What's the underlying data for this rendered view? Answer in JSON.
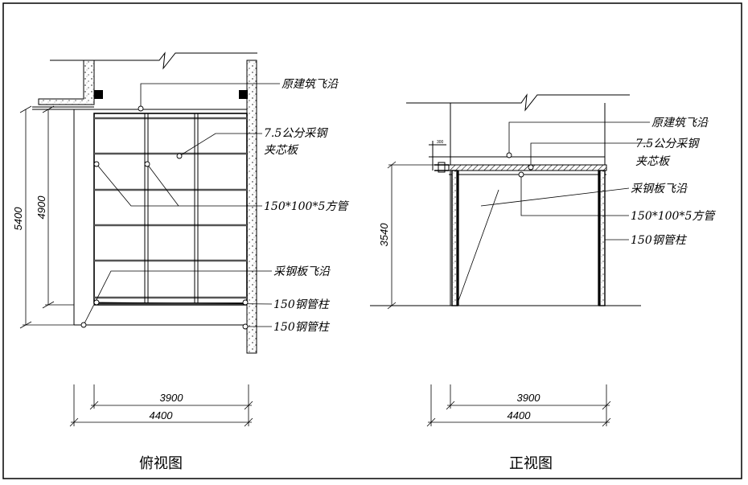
{
  "top_view": {
    "title": "俯视图",
    "labels": {
      "original_eave": "原建筑飞沿",
      "sandwich_panel_line1": "7.5公分采钢",
      "sandwich_panel_line2": "夹芯板",
      "square_tube": "150*100*5方管",
      "steel_eave": "采钢板飞沿",
      "column_1": "150钢管柱",
      "column_2": "150钢管柱"
    },
    "dims": {
      "width_inner": "3900",
      "width_outer": "4400",
      "depth_inner": "4900",
      "depth_outer": "5400"
    }
  },
  "front_view": {
    "title": "正视图",
    "labels": {
      "original_eave": "原建筑飞沿",
      "sandwich_panel_line1": "7.5公分采钢",
      "sandwich_panel_line2": "夹芯板",
      "steel_eave": "采钢板飞沿",
      "square_tube": "150*100*5方管",
      "column": "150钢管柱"
    },
    "dims": {
      "width_inner": "3900",
      "width_outer": "4400",
      "height": "3540",
      "eave_small": "300"
    }
  }
}
